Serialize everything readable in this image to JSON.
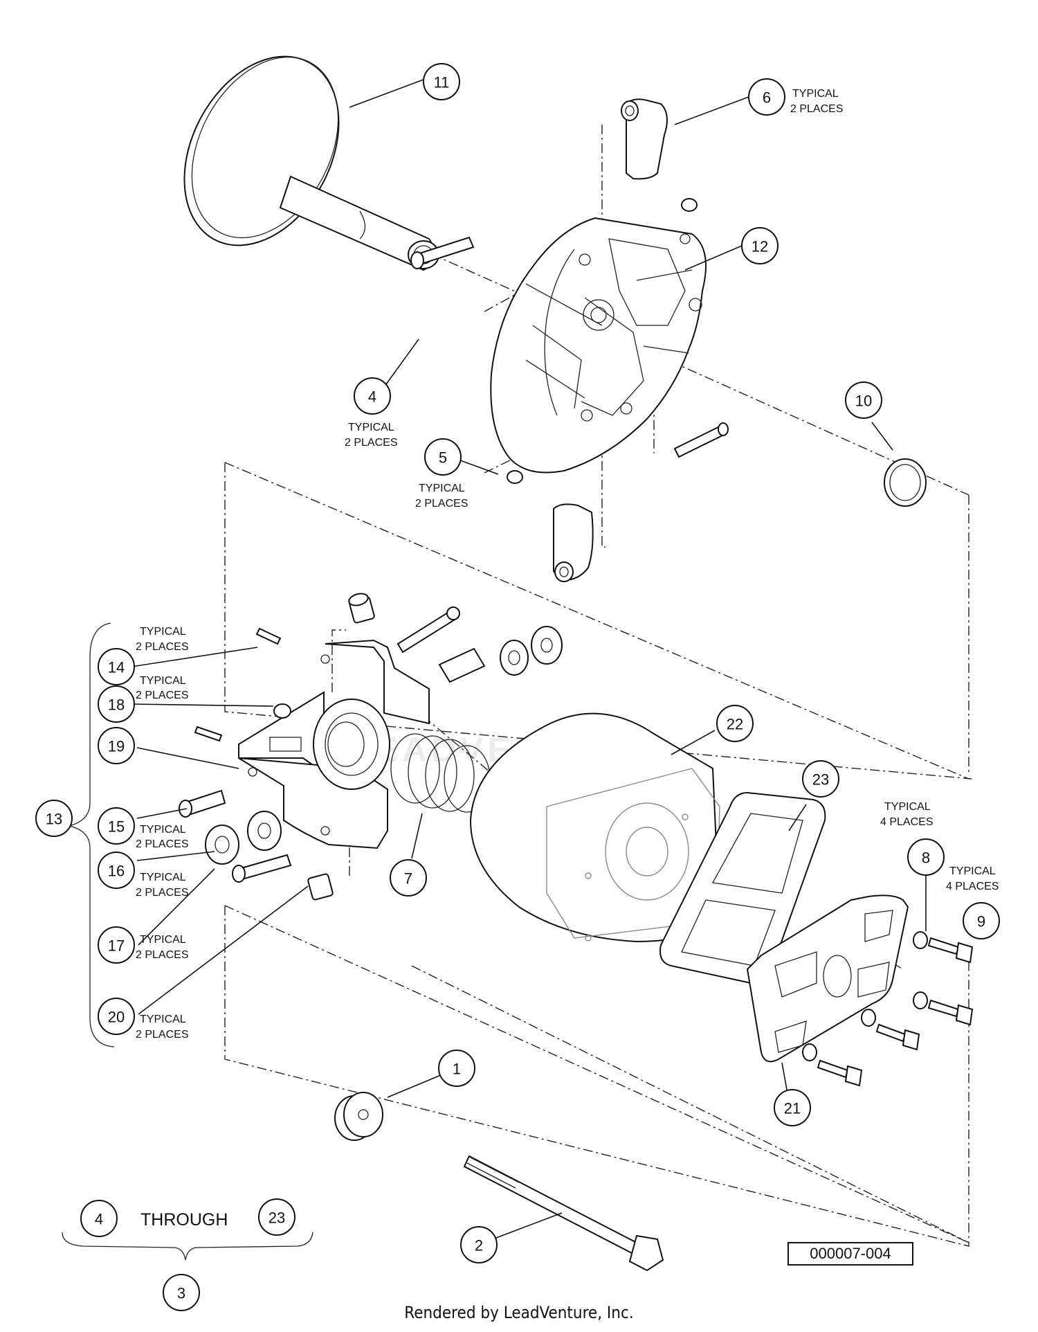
{
  "callouts": [
    "1",
    "2",
    "3",
    "4",
    "5",
    "6",
    "7",
    "8",
    "9",
    "10",
    "11",
    "12",
    "13",
    "14",
    "15",
    "16",
    "17",
    "18",
    "19",
    "20",
    "21",
    "22",
    "23"
  ],
  "notes": {
    "typical_2_places": "TYPICAL 2 PLACES",
    "typical_4_places": "TYPICAL 4 PLACES",
    "typical_line1": "TYPICAL",
    "two_places": "2 PLACES",
    "four_places": "4 PLACES"
  },
  "legend": {
    "from": "4",
    "word": "THROUGH",
    "to": "23",
    "assembly": "3"
  },
  "drawing_number": "000007-004",
  "watermark": "LEADVENTURE",
  "footer": "Rendered by LeadVenture, Inc."
}
